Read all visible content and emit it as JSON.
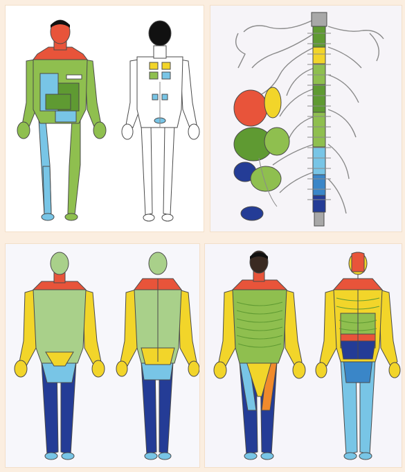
{
  "colors": {
    "red": "#e8543a",
    "orange": "#f08a2c",
    "yellow": "#f2d52a",
    "green": "#8fbf4f",
    "light_green": "#a9d08a",
    "dark_green": "#5f9a32",
    "light_blue": "#78c5e6",
    "blue": "#3a86c8",
    "dark_blue": "#243c96",
    "outline": "#4a4a4a",
    "nerve": "#8a8a8a",
    "skin": "#3a2a22",
    "hair": "#111111"
  },
  "panels": [
    {
      "id": "viscerotome-front-back",
      "icon": "body-front-back-icon"
    },
    {
      "id": "spinal-cord-organs",
      "icon": "spine-organs-icon"
    },
    {
      "id": "sclerotome-front-back",
      "icon": "body-front-back-icon"
    },
    {
      "id": "dermatome-front-back",
      "icon": "body-front-back-icon"
    }
  ]
}
